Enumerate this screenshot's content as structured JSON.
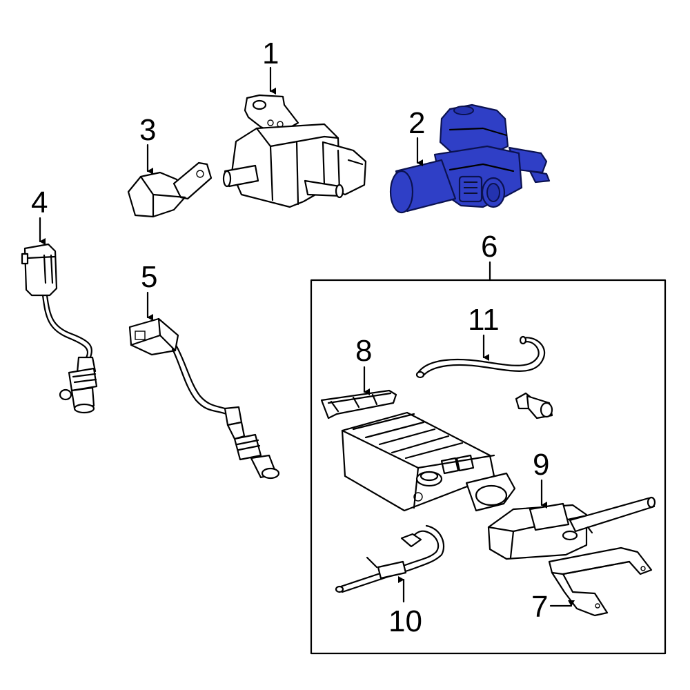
{
  "callouts": {
    "c1": "1",
    "c2": "2",
    "c3": "3",
    "c4": "4",
    "c5": "5",
    "c6": "6",
    "c7": "7",
    "c8": "8",
    "c9": "9",
    "c10": "10",
    "c11": "11"
  },
  "colors": {
    "highlight": "#2f3fc6",
    "line": "#000000",
    "background": "#ffffff"
  }
}
